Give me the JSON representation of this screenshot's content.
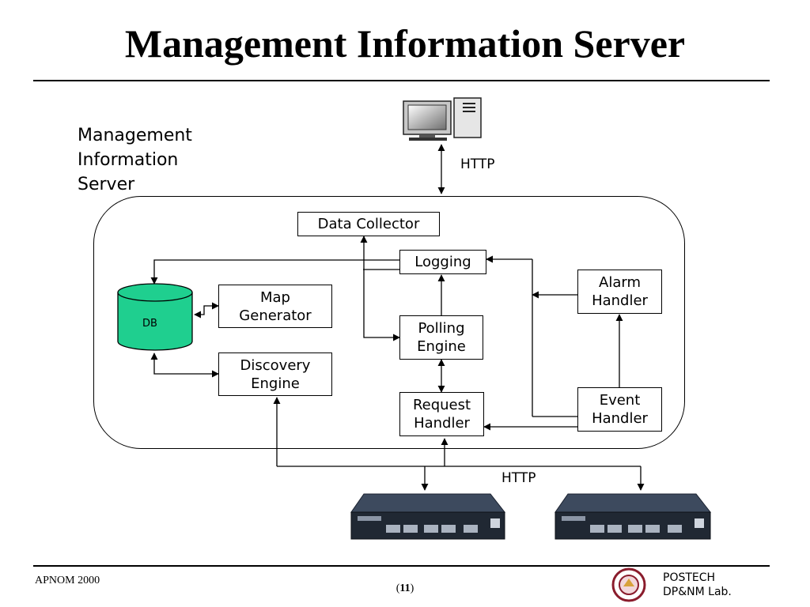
{
  "slide": {
    "title": "Management Information Server"
  },
  "diagram": {
    "system_label": [
      "Management",
      "Information",
      "Server"
    ],
    "http_top": "HTTP",
    "http_bottom": "HTTP",
    "db_label": "DB",
    "db_color": "#1fcf8f",
    "nodes": {
      "data_collector": "Data Collector",
      "logging": "Logging",
      "map_generator": [
        "Map",
        "Generator"
      ],
      "polling_engine": [
        "Polling",
        "Engine"
      ],
      "alarm_handler": [
        "Alarm",
        "Handler"
      ],
      "discovery_engine": [
        "Discovery",
        "Engine"
      ],
      "request_handler": [
        "Request",
        "Handler"
      ],
      "event_handler": [
        "Event",
        "Handler"
      ]
    },
    "icons": {
      "client": "computer-icon",
      "devices": "network-switch-icon"
    }
  },
  "footer": {
    "left": "APNOM 2000",
    "page_open": "(",
    "page": "11",
    "page_close": ")",
    "org_line1": "POSTECH",
    "org_line2": "DP&NM Lab.",
    "logo": "postech-seal"
  }
}
